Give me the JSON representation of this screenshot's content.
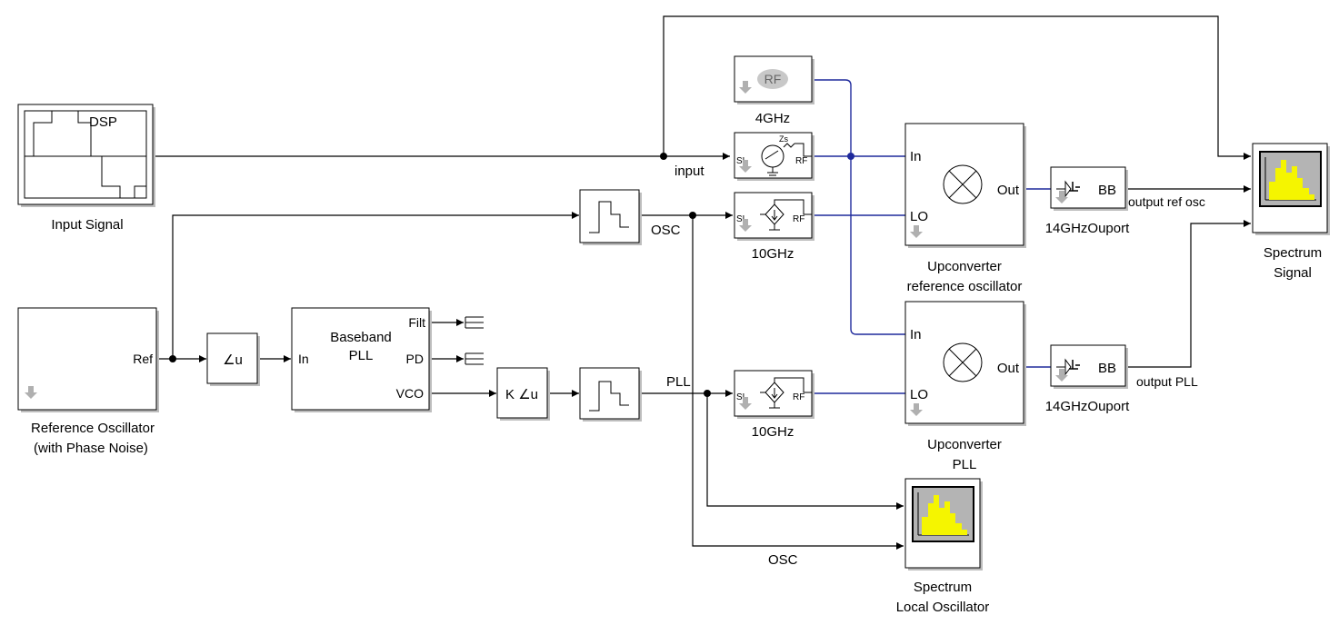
{
  "blocks": {
    "input_signal": {
      "icon_text": "DSP",
      "label": "Input Signal"
    },
    "ref_osc": {
      "port_ref": "Ref",
      "label_line1": "Reference Oscillator",
      "label_line2": "(with Phase Noise)"
    },
    "angle_u": {
      "text": "∠u"
    },
    "pll": {
      "title_line1": "Baseband",
      "title_line2": "PLL",
      "port_in": "In",
      "port_filt": "Filt",
      "port_pd": "PD",
      "port_vco": "VCO"
    },
    "k_angle": {
      "text": "K ∠u"
    },
    "rf_4ghz": {
      "icon_text": "RF",
      "label": "4GHz"
    },
    "inport_input": {
      "sl": "SL",
      "rf": "RF",
      "zs": "Zs"
    },
    "inport_osc": {
      "sl": "SL",
      "rf": "RF",
      "label": "10GHz"
    },
    "inport_pll": {
      "sl": "SL",
      "rf": "RF",
      "label": "10GHz"
    },
    "upconv_ref": {
      "port_in": "In",
      "port_lo": "LO",
      "port_out": "Out",
      "label_line1": "Upconverter",
      "label_line2": "reference oscillator"
    },
    "upconv_pll": {
      "port_in": "In",
      "port_lo": "LO",
      "port_out": "Out",
      "label_line1": "Upconverter",
      "label_line2": "PLL"
    },
    "outport_ref": {
      "bb": "BB",
      "label": "14GHzOuport"
    },
    "outport_pll": {
      "bb": "BB",
      "label": "14GHzOuport"
    },
    "spectrum_signal": {
      "label_line1": "Spectrum",
      "label_line2": "Signal"
    },
    "spectrum_lo": {
      "label_line1": "Spectrum",
      "label_line2": "Local Oscillator"
    }
  },
  "signals": {
    "input": "input",
    "osc_top": "OSC",
    "pll": "PLL",
    "osc_bottom": "OSC",
    "output_ref_osc": "output ref osc",
    "output_pll": "output PLL"
  },
  "colors": {
    "signal_line": "#000000",
    "physical_line": "#1f2a9c",
    "scope_yellow": "#f5f500",
    "scope_bg": "#b4b4b4",
    "port_arrow_gray": "#b0b0b0"
  }
}
